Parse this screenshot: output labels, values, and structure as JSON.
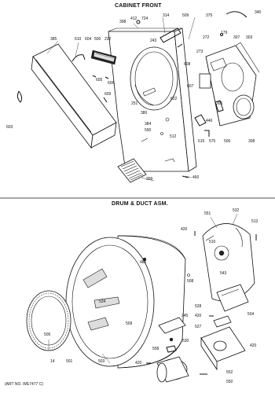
{
  "sections": {
    "top_title": "CABINET FRONT",
    "bottom_title": "DRUM & DUCT ASM."
  },
  "art_number": "(ART NO. WE7477 C)",
  "callouts_top": {
    "c398": "398",
    "c412": "412",
    "c724": "724",
    "c314": "314",
    "c509": "509",
    "c375": "375",
    "c340": "340",
    "c179": "179",
    "c307": "307",
    "c303": "303",
    "c385": "385",
    "c610": "610",
    "c604": "604",
    "c500": "500",
    "c232": "232",
    "c243": "243",
    "c272": "272",
    "c273": "273",
    "c608": "608",
    "c605": "605",
    "c606": "606",
    "c607": "607",
    "c251": "251",
    "c622": "622",
    "c380": "380",
    "c609": "609",
    "c305": "305",
    "c603": "603",
    "c590": "590",
    "c446": "446",
    "c384": "384",
    "c308": "308",
    "c512": "512",
    "c615": "615",
    "c575": "575",
    "c506": "506",
    "c399": "399",
    "c460": "460"
  },
  "callouts_bottom": {
    "c551": "551",
    "c532": "532",
    "c420a": "420",
    "c513": "513",
    "c485": "485",
    "c510": "510",
    "c543": "543",
    "c508": "508",
    "c534": "534",
    "c528": "528",
    "c420b": "420",
    "c504": "504",
    "c509": "509",
    "c245": "245",
    "c527": "527",
    "c500": "500",
    "c530": "530",
    "c420c": "420",
    "c558": "558",
    "c14": "14",
    "c501": "501",
    "c503": "503",
    "c420d": "420",
    "c552": "552",
    "c550": "550"
  }
}
